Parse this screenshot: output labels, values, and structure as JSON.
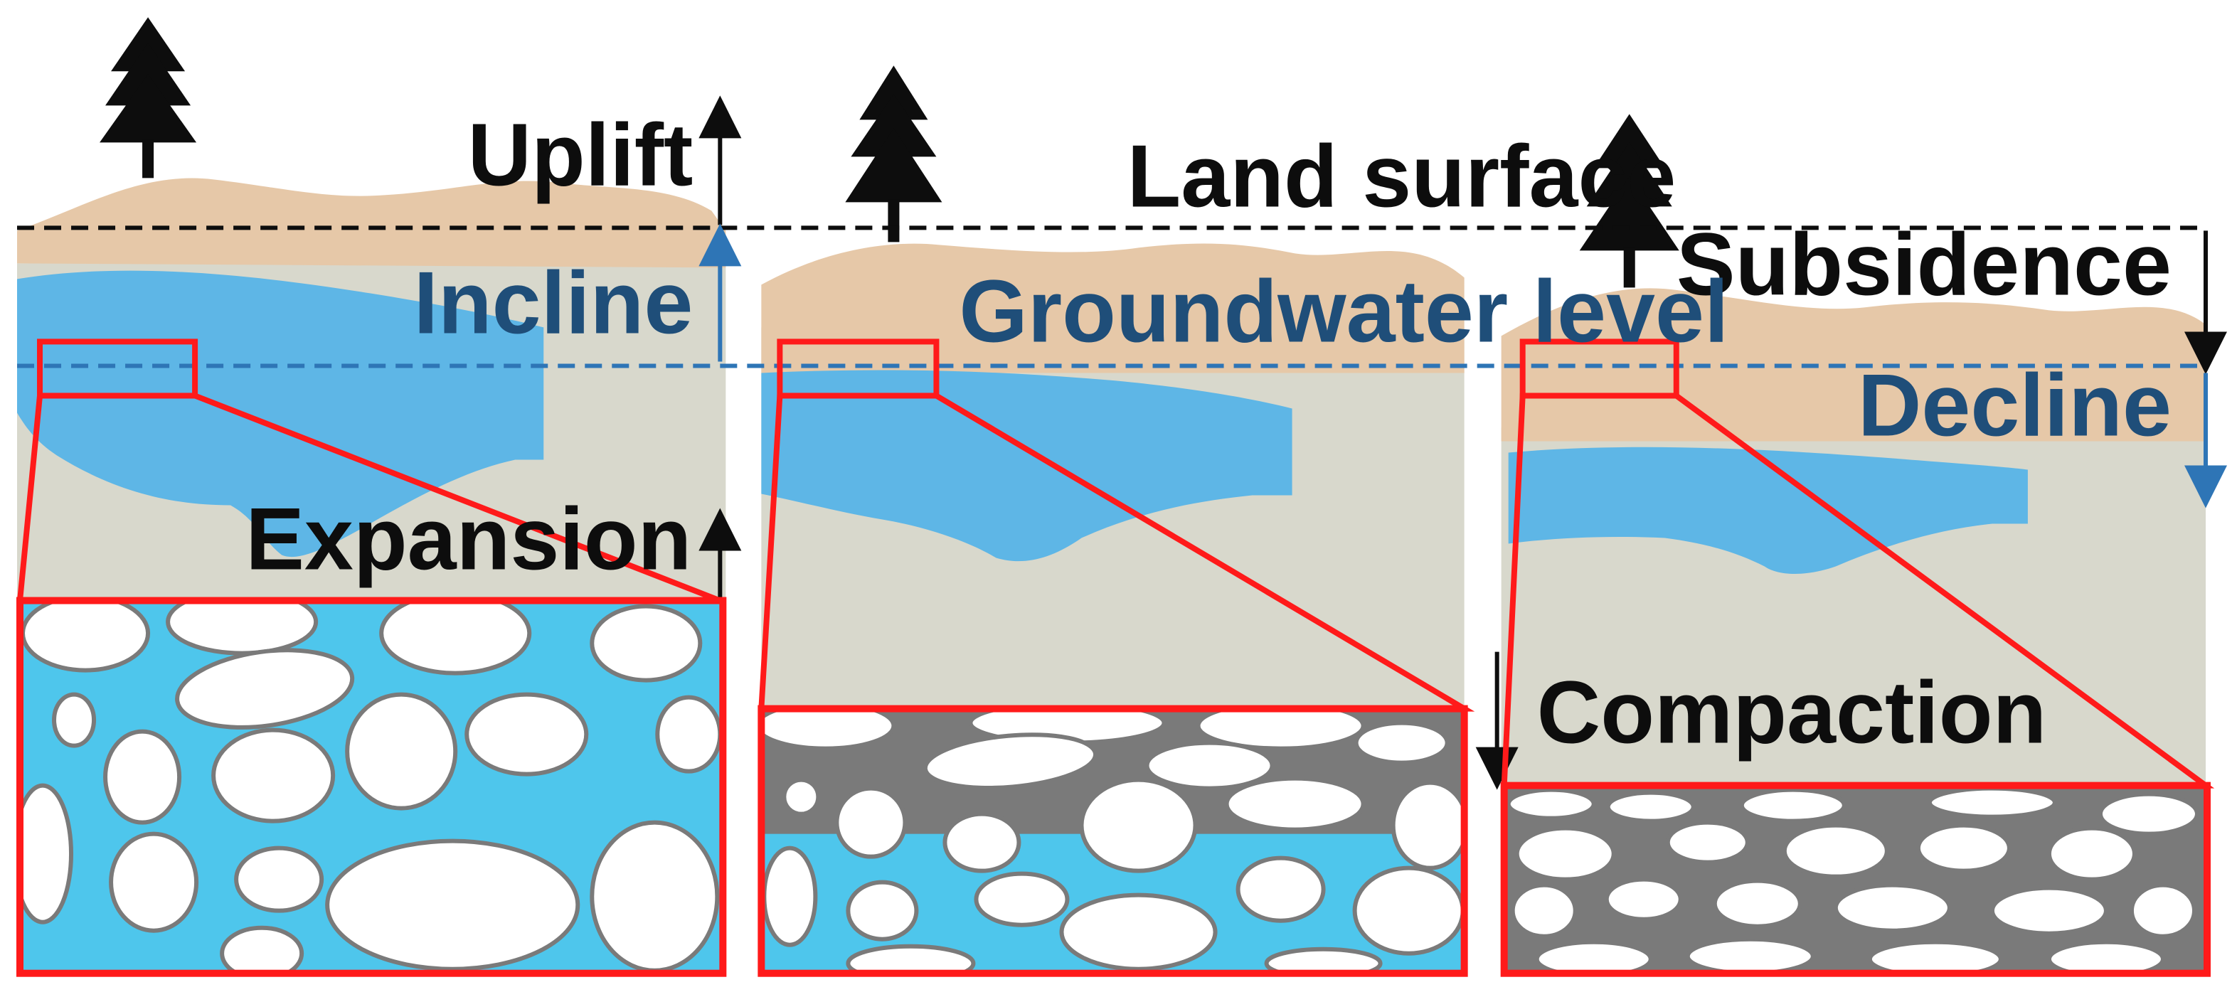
{
  "labels": {
    "uplift": "Uplift",
    "land_surface": "Land surface",
    "subsidence": "Subsidence",
    "incline": "Incline",
    "groundwater_level": "Groundwater level",
    "decline": "Decline",
    "expansion": "Expansion",
    "compaction": "Compaction"
  },
  "colors": {
    "soil_top": "#e6c8a8",
    "aquitard": "#d8d8cc",
    "groundwater": "#5eb6e6",
    "pore_water": "#4ec6ec",
    "compacted_matrix": "#7a7a7a",
    "zoom_outline": "#ff1a1a",
    "dashed_water_line": "#2e75b6",
    "blue_text": "#1f4e79",
    "tree": "#0d0d0d"
  },
  "panels": [
    {
      "name": "uplift-panel",
      "pore_fill": "water"
    },
    {
      "name": "normal-panel",
      "pore_fill": "mixed"
    },
    {
      "name": "subsidence-panel",
      "pore_fill": "compacted"
    }
  ]
}
